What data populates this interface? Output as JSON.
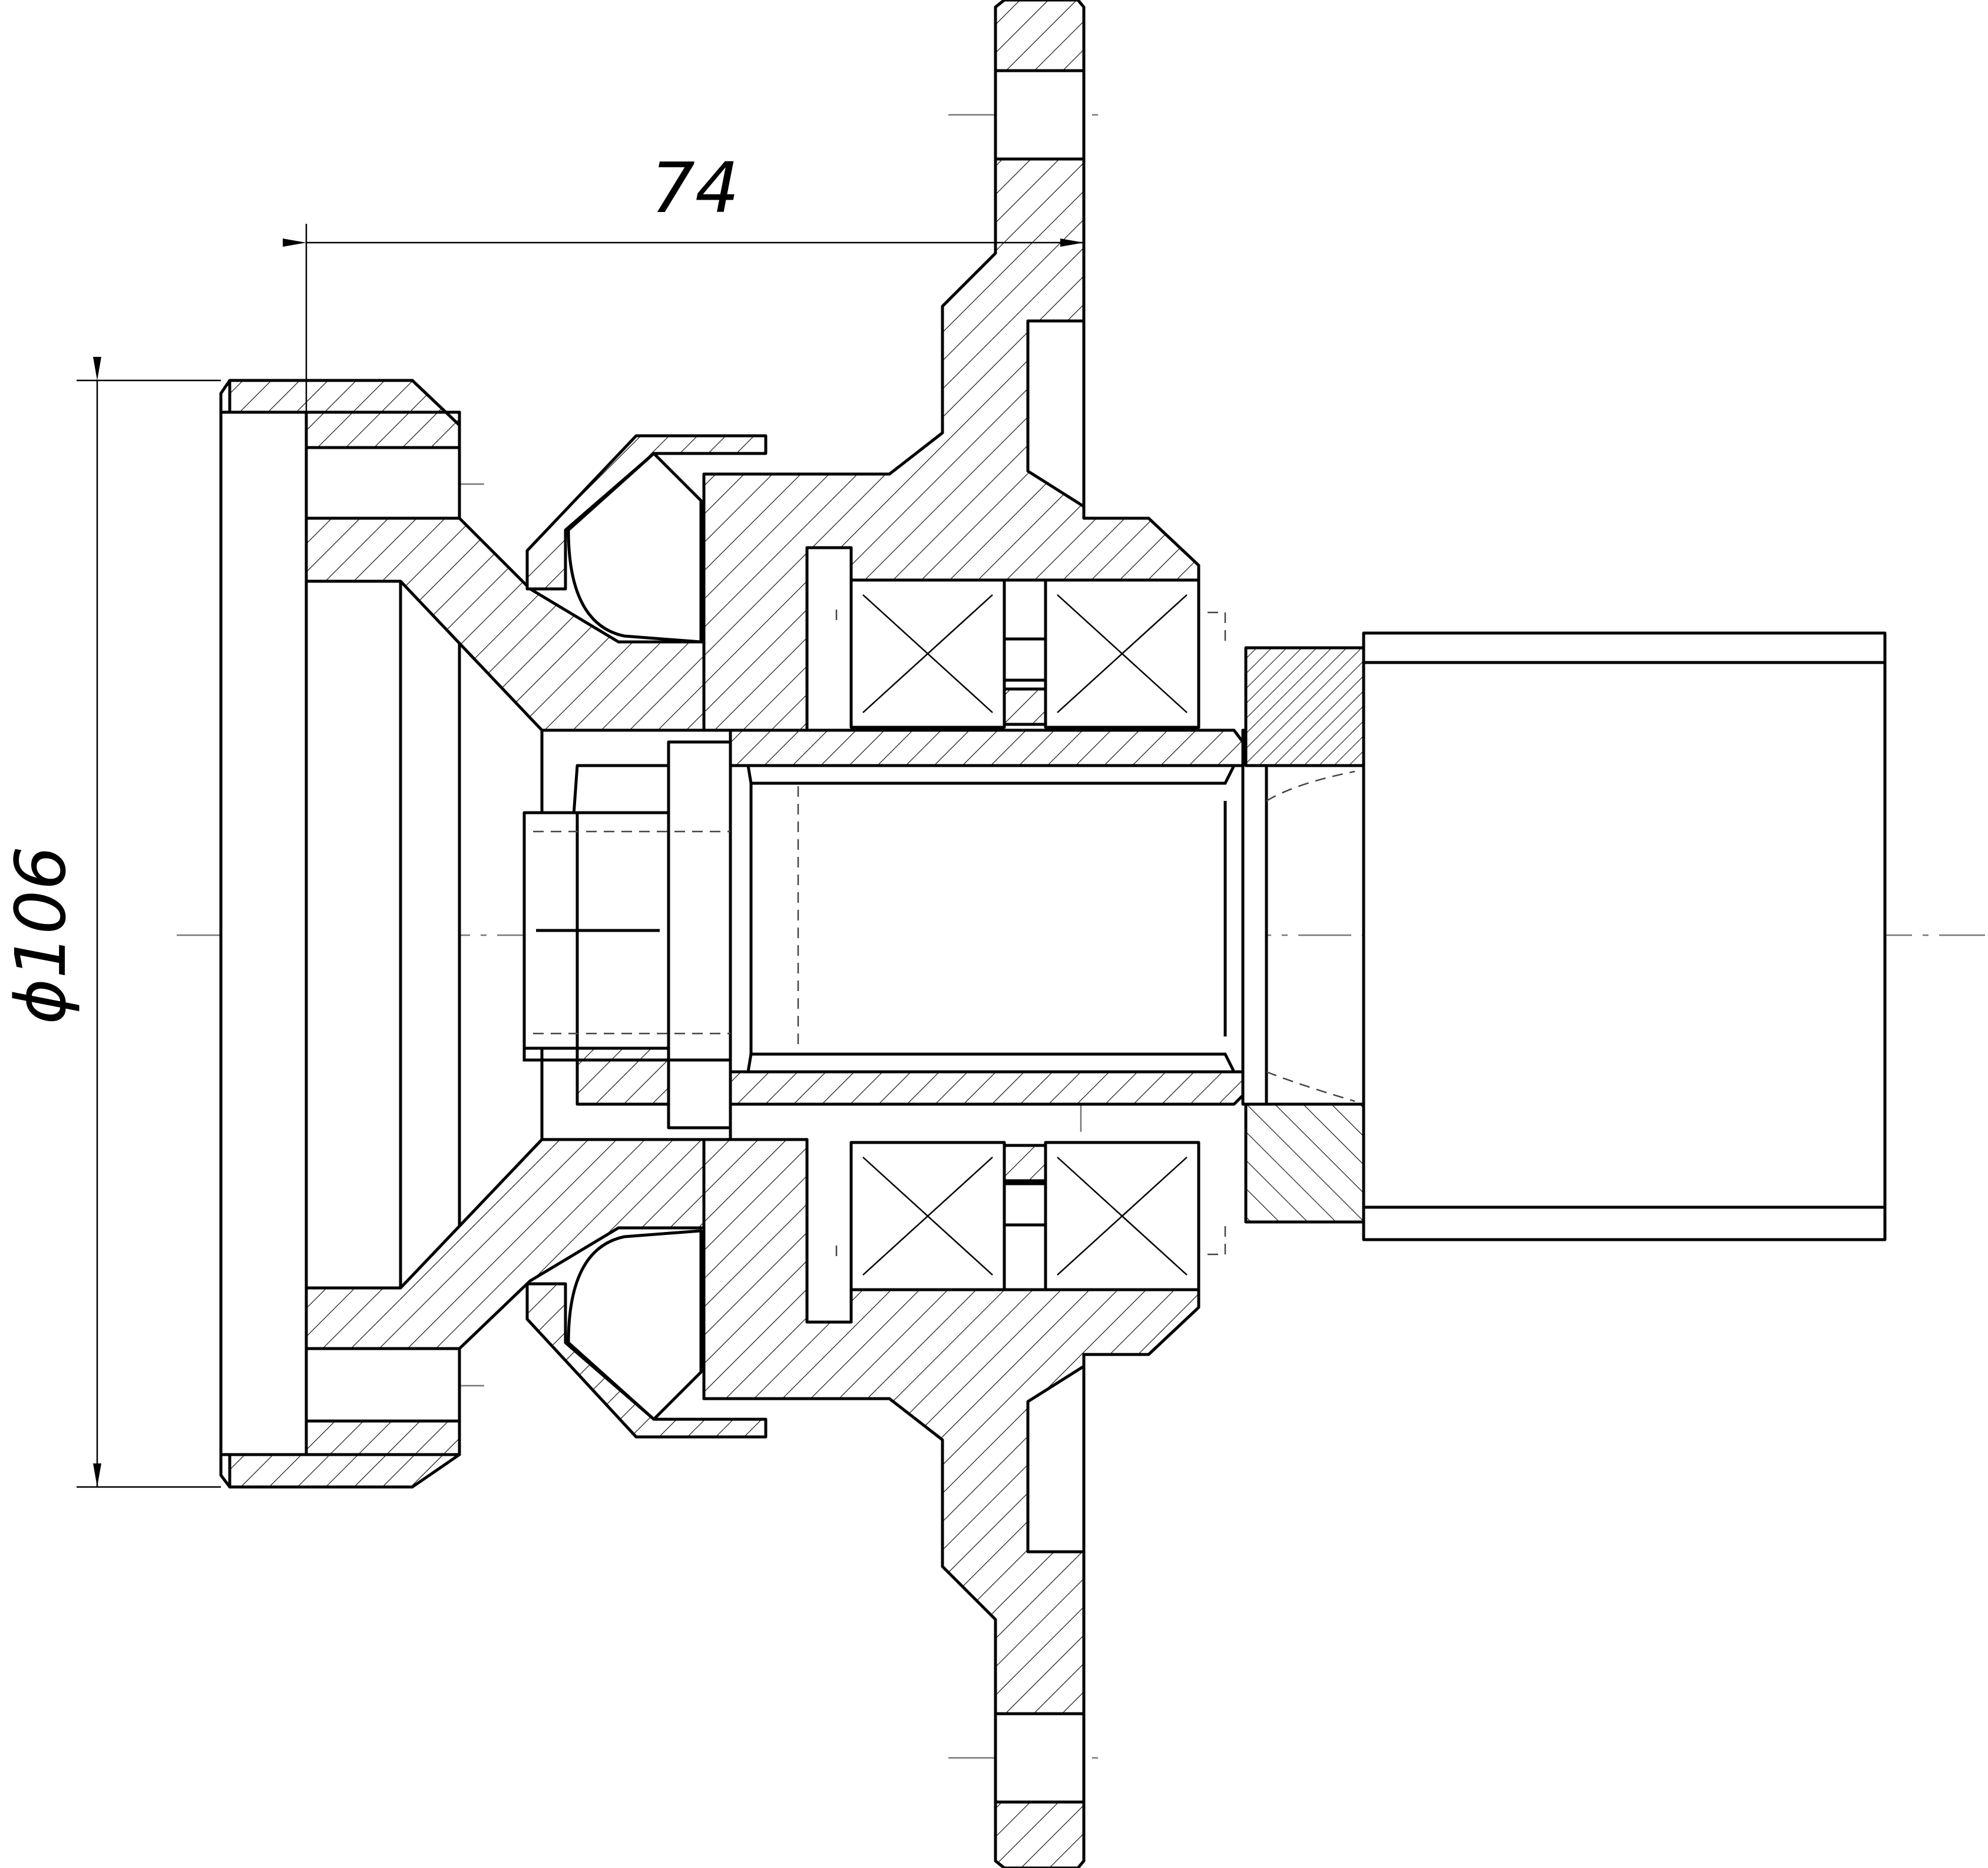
{
  "drawing": {
    "type": "mechanical-section",
    "dimensions": {
      "length": "74",
      "diameter": "ϕ106"
    }
  }
}
